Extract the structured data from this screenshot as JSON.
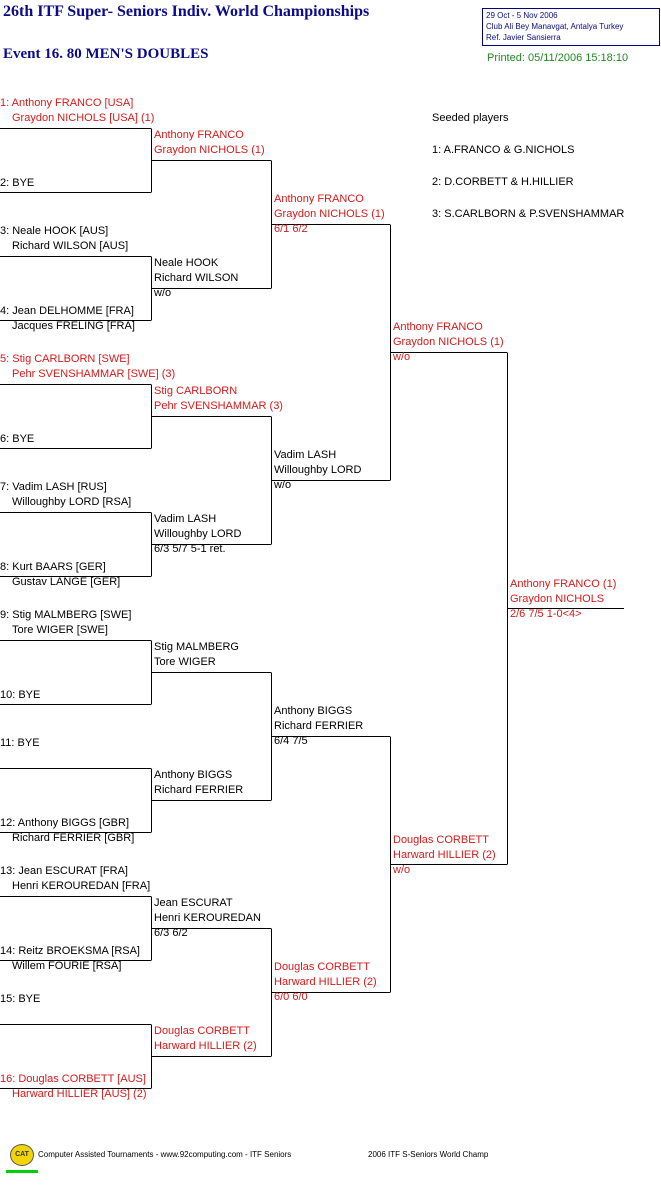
{
  "header": {
    "title": "26th ITF Super- Seniors Indiv. World Championships",
    "event": "Event 16. 80 MEN'S DOUBLES",
    "dates": "29 Oct - 5 Nov 2006",
    "venue": "Club Ali Bey Manavgat, Antalya   Turkey",
    "referee": "Ref. Javier Sansierra",
    "printed": "Printed: 05/11/2006 15:18:10"
  },
  "seeds": {
    "title": "Seeded players",
    "items": [
      "1: A.FRANCO & G.NICHOLS",
      "2: D.CORBETT & H.HILLIER",
      "3: S.CARLBORN & P.SVENSHAMMAR"
    ]
  },
  "round1": [
    {
      "l1": "1: Anthony FRANCO [USA]",
      "l2": "Graydon NICHOLS [USA] (1)",
      "red": true
    },
    {
      "l1": "2: BYE",
      "l2": "",
      "red": false
    },
    {
      "l1": "3: Neale HOOK [AUS]",
      "l2": "Richard WILSON [AUS]",
      "red": false
    },
    {
      "l1": "4: Jean DELHOMME [FRA]",
      "l2": "Jacques FRELING [FRA]",
      "red": false
    },
    {
      "l1": "5: Stig CARLBORN [SWE]",
      "l2": "Pehr SVENSHAMMAR [SWE] (3)",
      "red": true
    },
    {
      "l1": "6: BYE",
      "l2": "",
      "red": false
    },
    {
      "l1": "7: Vadim LASH [RUS]",
      "l2": "Willoughby LORD [RSA]",
      "red": false
    },
    {
      "l1": "8: Kurt BAARS [GER]",
      "l2": "Gustav LANGE [GER]",
      "red": false
    },
    {
      "l1": "9: Stig MALMBERG [SWE]",
      "l2": "Tore WIGER [SWE]",
      "red": false
    },
    {
      "l1": "10: BYE",
      "l2": "",
      "red": false
    },
    {
      "l1": "11: BYE",
      "l2": "",
      "red": false
    },
    {
      "l1": "12: Anthony BIGGS [GBR]",
      "l2": "Richard FERRIER [GBR]",
      "red": false
    },
    {
      "l1": "13: Jean ESCURAT [FRA]",
      "l2": "Henri KEROUREDAN [FRA]",
      "red": false
    },
    {
      "l1": "14: Reitz BROEKSMA [RSA]",
      "l2": "Willem FOURIE [RSA]",
      "red": false
    },
    {
      "l1": "15: BYE",
      "l2": "",
      "red": false
    },
    {
      "l1": "16: Douglas CORBETT [AUS]",
      "l2": "Harward HILLIER [AUS] (2)",
      "red": true
    }
  ],
  "round2": [
    {
      "l1": "Anthony FRANCO",
      "l2": "Graydon NICHOLS (1)",
      "score": "",
      "red": true
    },
    {
      "l1": "Neale HOOK",
      "l2": "Richard WILSON",
      "score": "w/o",
      "red": false
    },
    {
      "l1": "Stig CARLBORN",
      "l2": "Pehr SVENSHAMMAR (3)",
      "score": "",
      "red": true
    },
    {
      "l1": "Vadim LASH",
      "l2": "Willoughby LORD",
      "score": "6/3 5/7 5-1 ret.",
      "red": false
    },
    {
      "l1": "Stig MALMBERG",
      "l2": "Tore WIGER",
      "score": "",
      "red": false
    },
    {
      "l1": "Anthony BIGGS",
      "l2": "Richard FERRIER",
      "score": "",
      "red": false
    },
    {
      "l1": "Jean ESCURAT",
      "l2": "Henri KEROUREDAN",
      "score": "6/3 6/2",
      "red": false
    },
    {
      "l1": "Douglas CORBETT",
      "l2": "Harward HILLIER (2)",
      "score": "",
      "red": true
    }
  ],
  "round3": [
    {
      "l1": "Anthony FRANCO",
      "l2": "Graydon NICHOLS (1)",
      "score": "6/1 6/2",
      "red": true
    },
    {
      "l1": "Vadim LASH",
      "l2": "Willoughby LORD",
      "score": "w/o",
      "red": false
    },
    {
      "l1": "Anthony BIGGS",
      "l2": "Richard FERRIER",
      "score": "6/4 7/5",
      "red": false
    },
    {
      "l1": "Douglas CORBETT",
      "l2": "Harward HILLIER (2)",
      "score": "6/0 6/0",
      "red": true
    }
  ],
  "round4": [
    {
      "l1": "Anthony FRANCO",
      "l2": "Graydon NICHOLS (1)",
      "score": "w/o",
      "red": true
    },
    {
      "l1": "Douglas CORBETT",
      "l2": "Harward HILLIER (2)",
      "score": "w/o",
      "red": true
    }
  ],
  "final": {
    "l1": "Anthony FRANCO (1)",
    "l2": "Graydon NICHOLS",
    "score": "2/6 7/5 1-0<4>",
    "red": true
  },
  "footer": {
    "logo": "CAT",
    "credit": "Computer Assisted Tournaments - www.92computing.com -  ITF Seniors",
    "event": "2006 ITF S-Seniors World Champ"
  },
  "colors": {
    "winner": "#d61a1a",
    "normal": "#000000",
    "title": "#0a0a8a",
    "printed": "#1f8a1f"
  }
}
